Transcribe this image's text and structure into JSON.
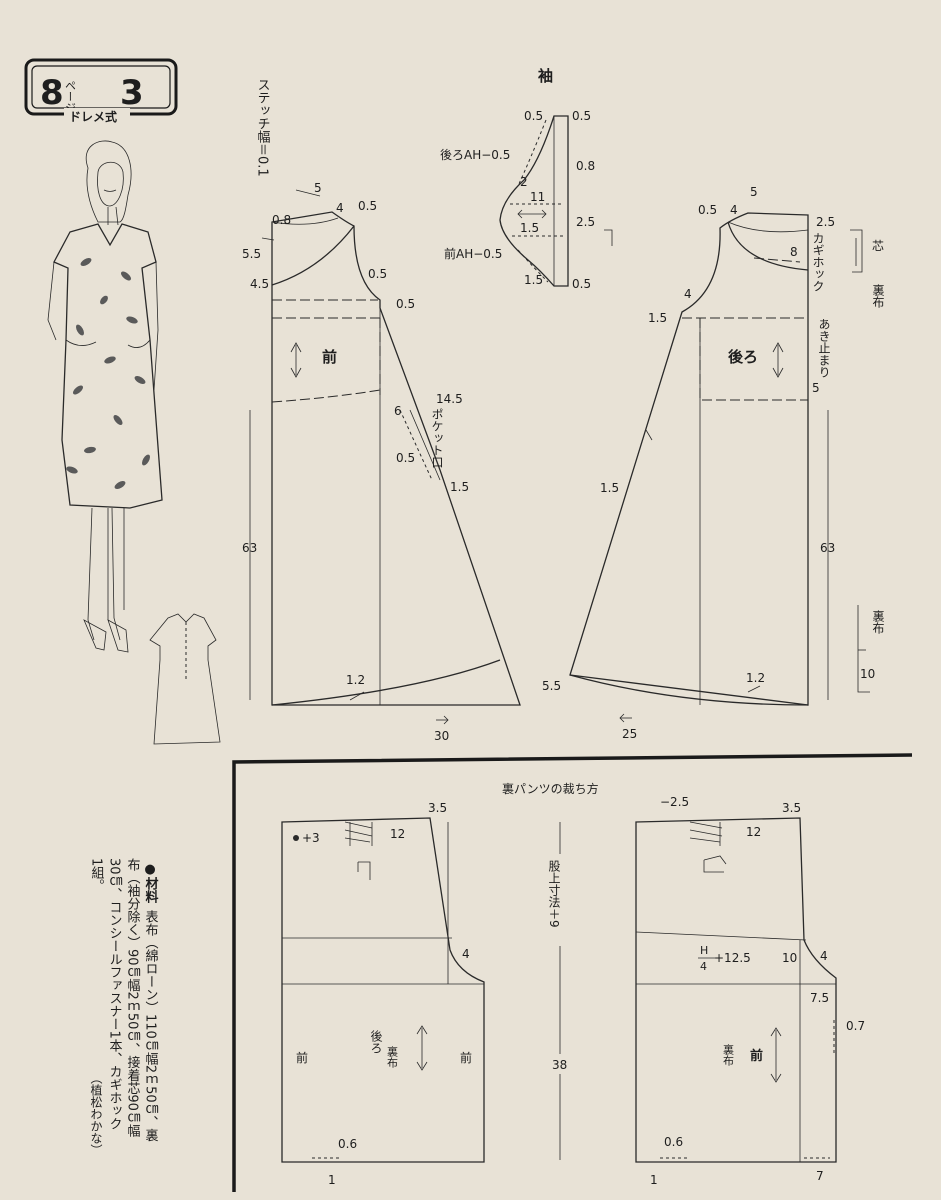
{
  "badge": {
    "page_num": "8",
    "page_kana": "ページ",
    "item_num": "3",
    "method": "ドレメ式"
  },
  "front": {
    "stitch": "ステッチ幅＝0.1",
    "label": "前",
    "pocket": "ポケット口",
    "pocket_len": "14.5",
    "m_5": "5",
    "m_08": "0.8",
    "m_4": "4",
    "m_05a": "0.5",
    "m_55": "5.5",
    "m_45": "4.5",
    "m_05b": "0.5",
    "m_05c": "0.5",
    "m_6": "6",
    "m_05d": "0.5",
    "m_15": "1.5",
    "m_63": "63",
    "m_12": "1.2",
    "m_30": "30"
  },
  "sleeve": {
    "title": "袖",
    "back_ah": "後ろAH−0.5",
    "front_ah": "前AH−0.5",
    "m_05a": "0.5",
    "m_05b": "0.5",
    "m_08": "0.8",
    "m_2": "2",
    "m_11": "11",
    "m_15a": "1.5",
    "m_25": "2.5",
    "m_15b": "1.5",
    "m_05c": "0.5"
  },
  "back": {
    "label": "後ろ",
    "hook": "カギホック",
    "core": "芯",
    "lining": "裏布",
    "opening": "あき止まり",
    "lining2": "裏布",
    "m_05": "0.5",
    "m_4a": "4",
    "m_5": "5",
    "m_25": "2.5",
    "m_8": "8",
    "m_4b": "4",
    "m_15a": "1.5",
    "m_5b": "5",
    "m_15b": "1.5",
    "m_63": "63",
    "m_55": "5.5",
    "m_12": "1.2",
    "m_10": "10",
    "m_25b": "25"
  },
  "pants": {
    "title": "裏パンツの裁ち方",
    "crotch": "股上寸法＋9",
    "m_38": "38",
    "left": {
      "back_label": "後ろ",
      "back_sub": "裏布",
      "front_small": "前",
      "front_small2": "前",
      "m_35": "3.5",
      "m_12": "12",
      "m_plus3": "+3",
      "m_4": "4",
      "m_06": "0.6",
      "m_1": "1"
    },
    "right": {
      "front_label": "前",
      "front_sub": "裏布",
      "m_minus25": "−2.5",
      "m_35": "3.5",
      "m_12": "12",
      "m_h": "H",
      "m_4div": "4",
      "m_plus125": "+12.5",
      "m_10": "10",
      "m_4": "4",
      "m_75": "7.5",
      "m_07": "0.7",
      "m_06": "0.6",
      "m_1": "1",
      "m_7": "7"
    }
  },
  "materials": {
    "head": "●材料",
    "line1": "表布（綿ローン）110㎝幅2ｍ50㎝、裏",
    "line2": "布（袖分除く）90㎝幅2ｍ50㎝、接着芯90㎝幅",
    "line3": "30㎝、コンシールファスナー1本、カギホック",
    "line4": "1組。",
    "author": "（植松わかな）"
  }
}
